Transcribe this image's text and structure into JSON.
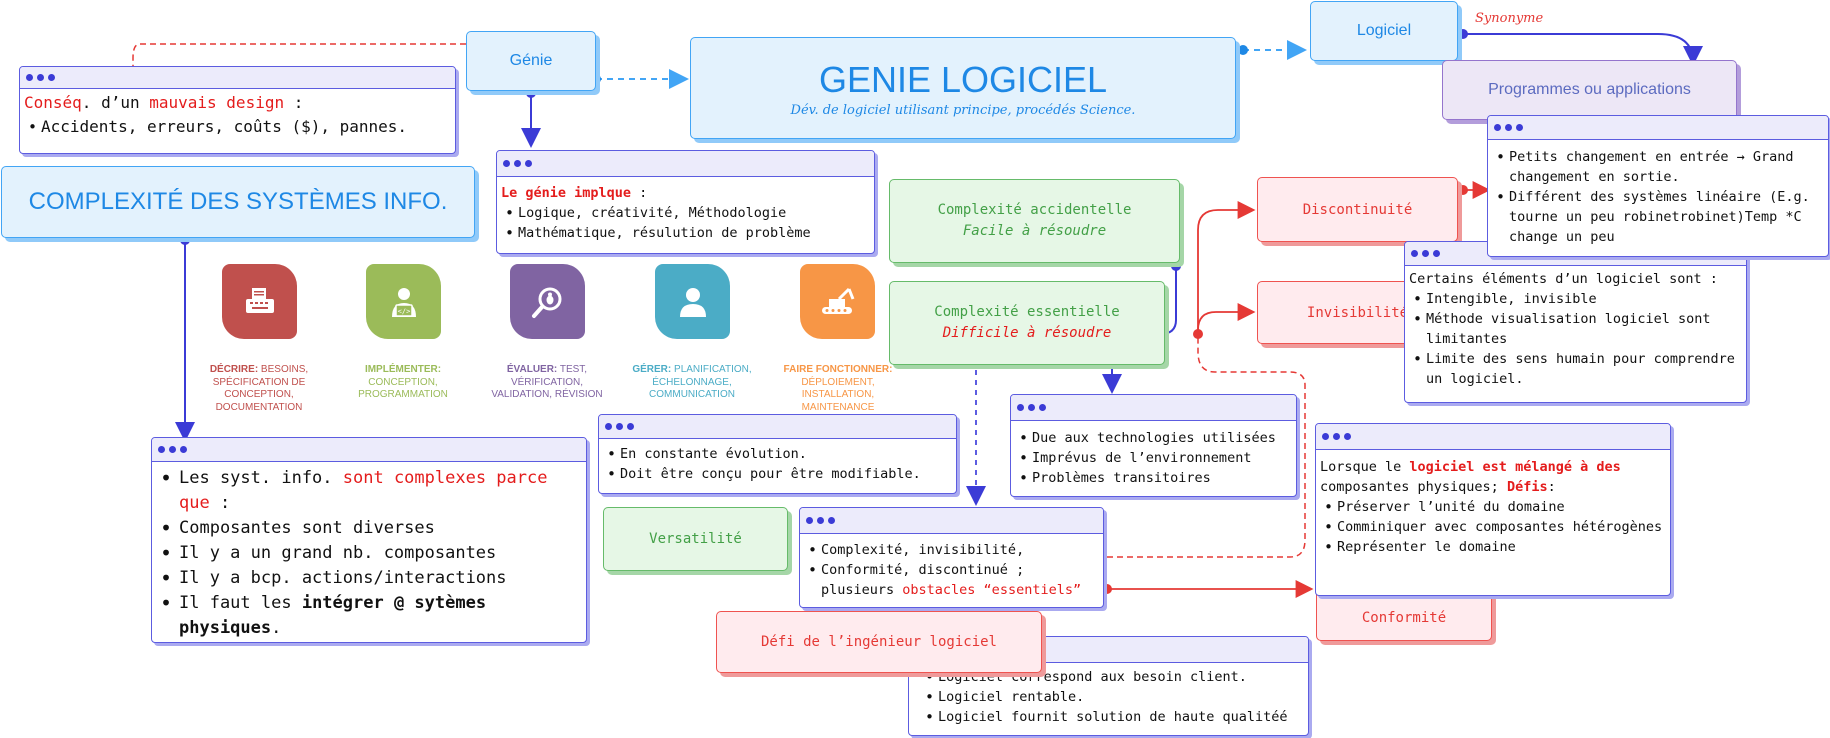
{
  "genie": {
    "label": "Génie"
  },
  "main": {
    "title": "GENIE LOGICIEL",
    "subtitle": "Dév. de logiciel utilisant principe, procédés Science."
  },
  "logiciel": {
    "label": "Logiciel",
    "synonym_label": "Synonyme"
  },
  "programmes": {
    "label": "Programmes ou applications"
  },
  "conseq": {
    "line_prefix": "Conséq",
    "line_mid": ". d’un ",
    "line_red": "mauvais design",
    "line_suffix": " :",
    "items": [
      "Accidents, erreurs, coûts ($), pannes."
    ]
  },
  "complexite": {
    "title": "COMPLEXITÉ DES SYSTÈMES INFO."
  },
  "genie_implique": {
    "title_red": "Le génie implque",
    "title_suffix": " :",
    "items": [
      "Logique, créativité, Méthodologie",
      "Mathématique, résulution de problème"
    ]
  },
  "icons": [
    {
      "name": "printer-icon",
      "color": "#c0504d",
      "head": "DÉCRIRE:",
      "text": " BESOINS, SPÉCIFICATION DE CONCEPTION, DOCUMENTATION"
    },
    {
      "name": "developer-icon",
      "color": "#9bbb59",
      "head": "IMPLÉMENTER:",
      "text": " CONCEPTION, PROGRAMMATION"
    },
    {
      "name": "bug-search-icon",
      "color": "#8064a2",
      "head": "ÉVALUER:",
      "text": " TEST, VÉRIFICATION, VALIDATION, RÉVISION"
    },
    {
      "name": "user-icon",
      "color": "#4bacc6",
      "head": "GÉRER:",
      "text": " PLANIFICATION, ÉCHELONNAGE, COMMUNICATION"
    },
    {
      "name": "crane-icon",
      "color": "#f79646",
      "head": "FAIRE FONCTIONNER:",
      "text": " DÉPLOIEMENT, INSTALLATION, MAINTENANCE"
    }
  ],
  "syst_complexes": {
    "item1_prefix": "Les syst. info. ",
    "item1_red": "sont complexes parce que",
    "item1_suffix": " :",
    "item2": "Composantes sont diverses",
    "item3": "Il y a un grand nb. composantes",
    "item4": "Il y a bcp. actions/interactions",
    "item5_prefix": "Il faut les ",
    "item5_bold": "intégrer @ sytèmes physiques",
    "item5_suffix": "."
  },
  "accidentelle": {
    "title": "Complexité accidentelle",
    "subtitle": "Facile à résoudre"
  },
  "essentielle": {
    "title": "Complexité essentielle",
    "subtitle": "Difficile à résoudre"
  },
  "evolution": {
    "items": [
      "En constante évolution.",
      "Doit être conçu pour être modifiable."
    ]
  },
  "versatilite": {
    "label": "Versatilité"
  },
  "causes": {
    "items": [
      "Due aux technologies utilisées",
      "Imprévus de l’environnement",
      "Problèmes transitoires"
    ]
  },
  "obstacles": {
    "item1": "Complexité, invisibilité,",
    "item2_prefix": "Conformité, discontinué ; plusieurs ",
    "item2_red": "obstacles “essentiels”"
  },
  "defi": {
    "label": "Défi de l’ingénieur logiciel"
  },
  "defi_items": {
    "items": [
      "Logiciel correspond aux besoin client.",
      "Logiciel rentable.",
      "Logiciel fournit solution de haute qualitéé"
    ]
  },
  "discontinuite": {
    "label": "Discontinuité"
  },
  "invisibilite": {
    "label": "Invisibilité"
  },
  "conformite": {
    "label": "Conformité"
  },
  "changement": {
    "items": [
      "Petits changement en entrée → Grand changement en sortie.",
      "Différent des systèmes linéaire (E.g. tourne un peu robinetrobinet)Temp *C change un peu"
    ]
  },
  "elements": {
    "title": "Certains éléments d’un logiciel sont :",
    "items": [
      "Intengible, invisible",
      "Méthode visualisation logiciel sont limitantes",
      "Limite des sens humain pour comprendre un logiciel."
    ]
  },
  "physique": {
    "line_prefix": "Lorsque le ",
    "line_red": "logiciel est mélangé à des",
    "line2_prefix": "composantes physiques; ",
    "line2_red": "Défis",
    "line2_suffix": ":",
    "items": [
      "Préserver l’unité du domaine",
      "Comminiquer avec composantes hétérogènes",
      "Représenter le domaine"
    ]
  },
  "colors": {
    "blue": "#1e88e5",
    "purple": "#5c5ce0",
    "green": "#43a047",
    "red": "#e53935"
  }
}
